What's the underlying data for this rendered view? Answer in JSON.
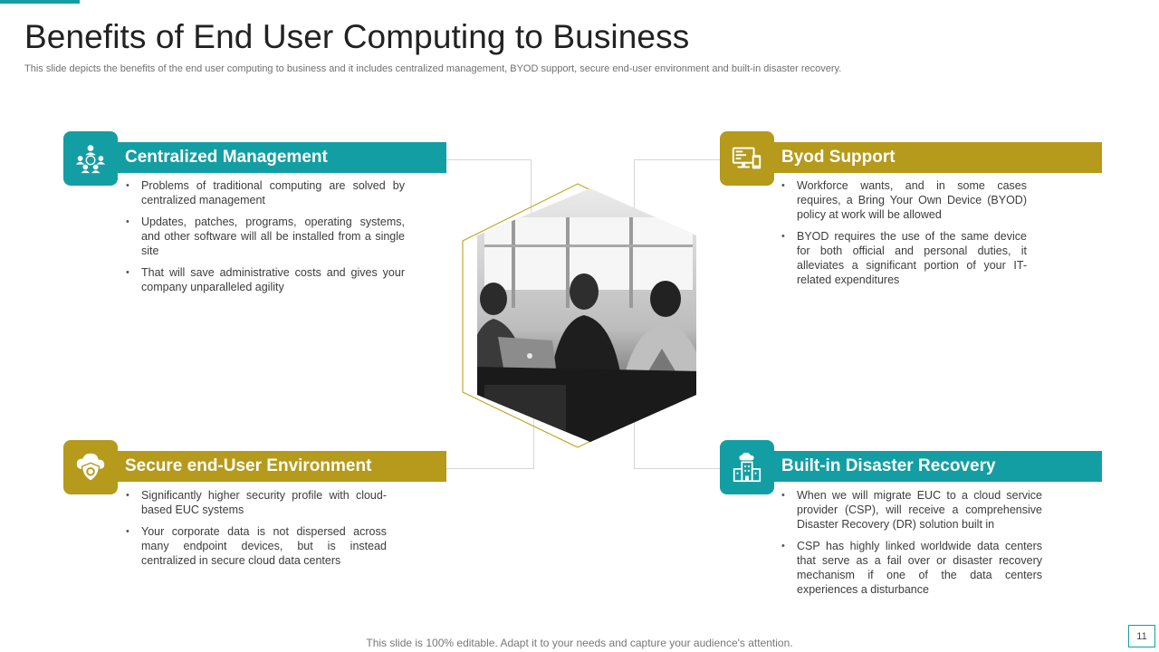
{
  "slide": {
    "title": "Benefits of End User Computing to Business",
    "subtitle": "This slide depicts the benefits of the end user computing to business and it includes centralized management, BYOD support, secure end-user environment and built-in disaster recovery.",
    "footer": "This slide is 100% editable. Adapt it to your needs and capture your audience's attention.",
    "page_number": "11"
  },
  "colors": {
    "teal": "#139ea3",
    "gold": "#b59a1b"
  },
  "photo": {
    "icon": "team-meeting-photo"
  },
  "sections": [
    {
      "id": "centralized-management",
      "icon": "users-network-icon",
      "color": "teal",
      "title": "Centralized Management",
      "bullets": [
        "Problems of traditional computing are solved by centralized management",
        "Updates, patches, programs, operating systems, and other software will all be installed from a single site",
        "That will save administrative costs and gives your company unparalleled agility"
      ]
    },
    {
      "id": "byod-support",
      "icon": "devices-icon",
      "color": "gold",
      "title": "Byod Support",
      "bullets": [
        "Workforce wants, and in some cases requires, a Bring Your Own Device (BYOD) policy at work will be allowed",
        "BYOD requires the use of the same device for both official and personal duties, it alleviates a significant portion of your IT-related expenditures"
      ]
    },
    {
      "id": "secure-environment",
      "icon": "cloud-shield-icon",
      "color": "gold",
      "title": "Secure end-User Environment",
      "bullets": [
        "Significantly higher security profile with cloud-based EUC systems",
        "Your corporate data is not dispersed across many endpoint devices, but is instead centralized in secure cloud data centers"
      ]
    },
    {
      "id": "disaster-recovery",
      "icon": "cloud-building-icon",
      "color": "teal",
      "title": "Built-in Disaster Recovery",
      "bullets": [
        "When we will migrate EUC to a cloud service provider (CSP), will receive a comprehensive Disaster Recovery (DR) solution built in",
        "CSP has highly linked worldwide data centers that serve as a fail over or disaster recovery mechanism if one of the data centers experiences a disturbance"
      ]
    }
  ]
}
